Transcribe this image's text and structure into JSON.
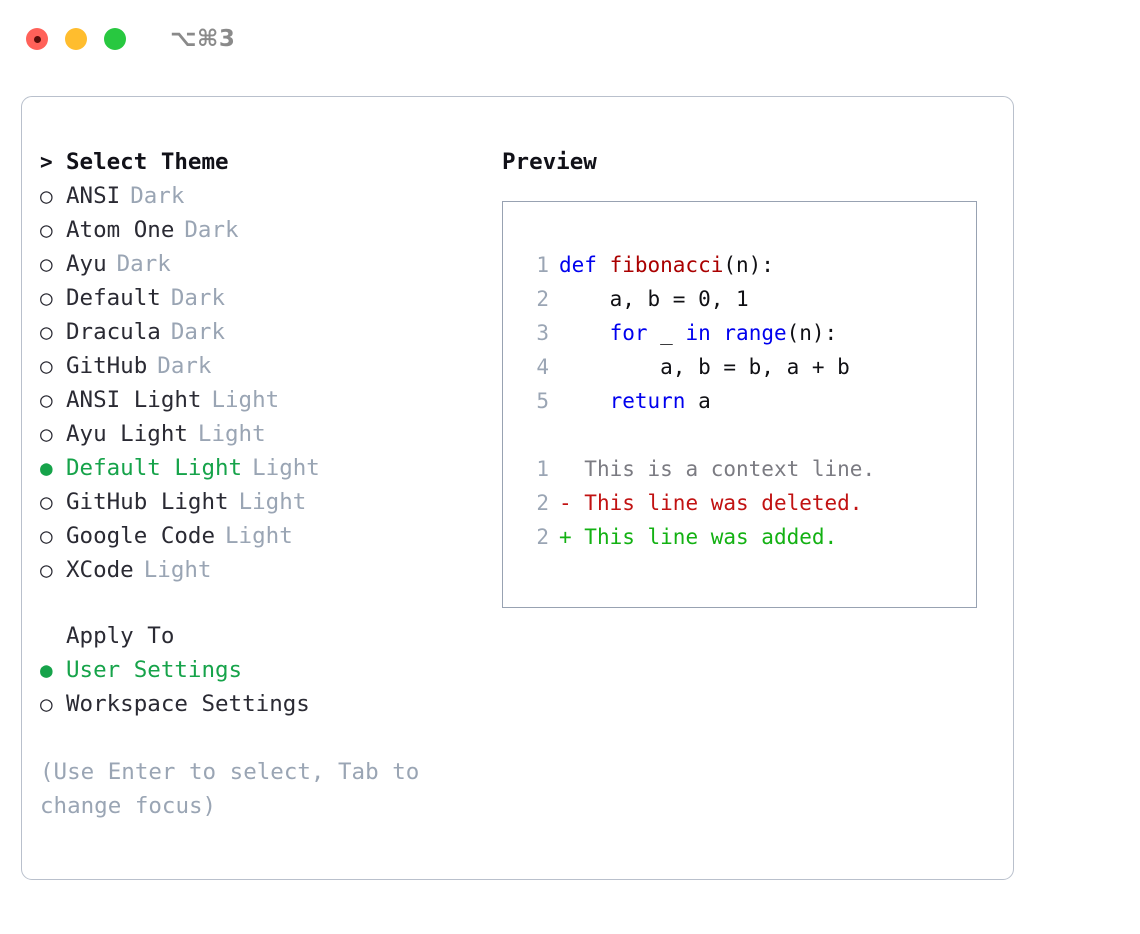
{
  "window": {
    "shortcut": "⌥⌘3",
    "traffic_lights": [
      "close",
      "minimize",
      "zoom"
    ],
    "colors": {
      "close": "#ff6159",
      "minimize": "#ffbd2e",
      "zoom": "#28c840",
      "accent_green": "#16a34a",
      "muted": "#9aa5b4",
      "border": "#b9c0cc",
      "preview_border": "#98a2b2"
    }
  },
  "theme_picker": {
    "header": {
      "caret": ">",
      "label": "Select Theme"
    },
    "items": [
      {
        "bullet": "○",
        "name": "ANSI",
        "tag": "Dark",
        "selected": false
      },
      {
        "bullet": "○",
        "name": "Atom One",
        "tag": "Dark",
        "selected": false
      },
      {
        "bullet": "○",
        "name": "Ayu",
        "tag": "Dark",
        "selected": false
      },
      {
        "bullet": "○",
        "name": "Default",
        "tag": "Dark",
        "selected": false
      },
      {
        "bullet": "○",
        "name": "Dracula",
        "tag": "Dark",
        "selected": false
      },
      {
        "bullet": "○",
        "name": "GitHub",
        "tag": "Dark",
        "selected": false
      },
      {
        "bullet": "○",
        "name": "ANSI Light",
        "tag": "Light",
        "selected": false
      },
      {
        "bullet": "○",
        "name": "Ayu Light",
        "tag": "Light",
        "selected": false
      },
      {
        "bullet": "●",
        "name": "Default Light",
        "tag": "Light",
        "selected": true
      },
      {
        "bullet": "○",
        "name": "GitHub Light",
        "tag": "Light",
        "selected": false
      },
      {
        "bullet": "○",
        "name": "Google Code",
        "tag": "Light",
        "selected": false
      },
      {
        "bullet": "○",
        "name": "XCode",
        "tag": "Light",
        "selected": false
      }
    ]
  },
  "apply_to": {
    "header": "Apply To",
    "items": [
      {
        "bullet": "●",
        "name": "User Settings",
        "selected": true
      },
      {
        "bullet": "○",
        "name": "Workspace Settings",
        "selected": false
      }
    ]
  },
  "hint": "(Use Enter to select, Tab to change focus)",
  "preview": {
    "heading": "Preview",
    "code_lines": [
      {
        "lineno": "1",
        "tokens": [
          {
            "text": "def ",
            "kind": "kw"
          },
          {
            "text": "fibonacci",
            "kind": "fn"
          },
          {
            "text": "(n):",
            "kind": "plain"
          }
        ]
      },
      {
        "lineno": "2",
        "tokens": [
          {
            "text": "    a, b = 0, 1",
            "kind": "plain"
          }
        ]
      },
      {
        "lineno": "3",
        "tokens": [
          {
            "text": "    ",
            "kind": "plain"
          },
          {
            "text": "for",
            "kind": "kw"
          },
          {
            "text": " _ ",
            "kind": "plain"
          },
          {
            "text": "in",
            "kind": "kw"
          },
          {
            "text": " ",
            "kind": "plain"
          },
          {
            "text": "range",
            "kind": "kw"
          },
          {
            "text": "(n):",
            "kind": "plain"
          }
        ]
      },
      {
        "lineno": "4",
        "tokens": [
          {
            "text": "        a, b = b, a + b",
            "kind": "plain"
          }
        ]
      },
      {
        "lineno": "5",
        "tokens": [
          {
            "text": "    ",
            "kind": "plain"
          },
          {
            "text": "return",
            "kind": "kw"
          },
          {
            "text": " a",
            "kind": "plain"
          }
        ]
      }
    ],
    "diff_lines": [
      {
        "lineno": "1",
        "marker": " ",
        "text": " This is a context line.",
        "kind": "ctx"
      },
      {
        "lineno": "2",
        "marker": "-",
        "text": " This line was deleted.",
        "kind": "del"
      },
      {
        "lineno": "2",
        "marker": "+",
        "text": " This line was added.",
        "kind": "add"
      }
    ]
  }
}
